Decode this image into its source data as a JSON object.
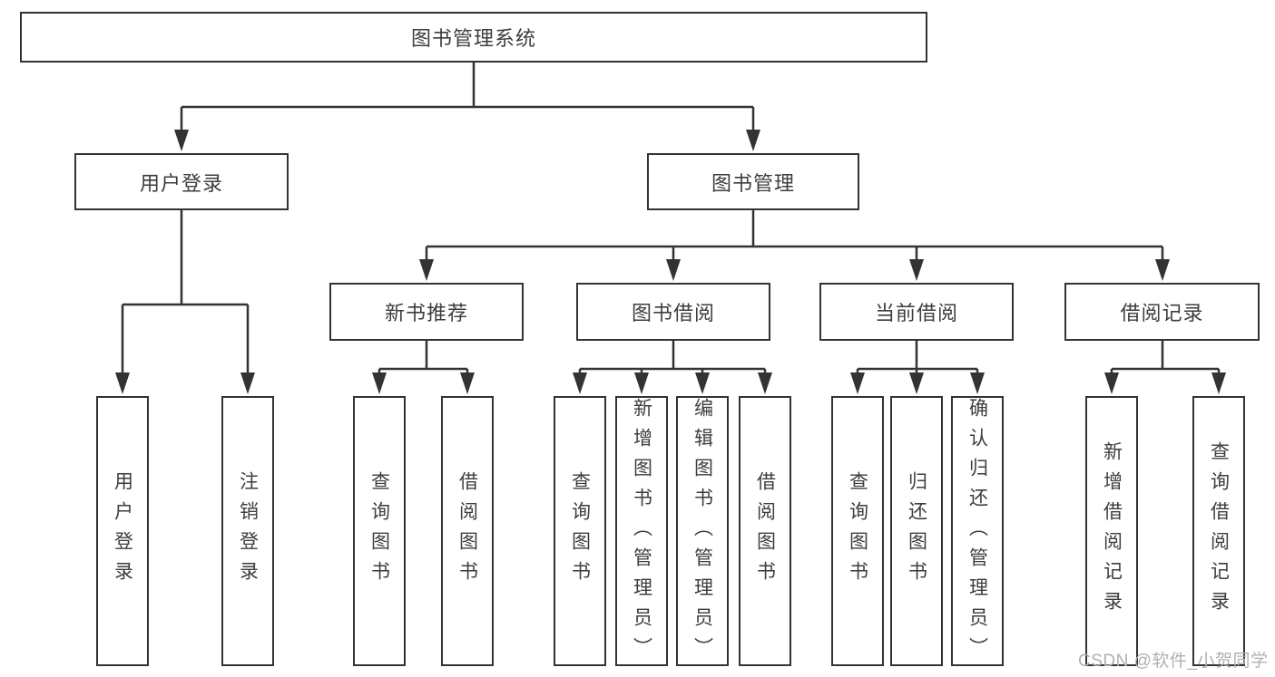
{
  "diagram": {
    "root": {
      "label": "图书管理系统",
      "children": [
        {
          "label": "用户登录",
          "children": [
            {
              "label": "用户登录"
            },
            {
              "label": "注销登录"
            }
          ]
        },
        {
          "label": "图书管理",
          "children": [
            {
              "label": "新书推荐",
              "children": [
                {
                  "label": "查询图书"
                },
                {
                  "label": "借阅图书"
                }
              ]
            },
            {
              "label": "图书借阅",
              "children": [
                {
                  "label": "查询图书"
                },
                {
                  "label": "新增图书（管理员）"
                },
                {
                  "label": "编辑图书（管理员）"
                },
                {
                  "label": "借阅图书"
                }
              ]
            },
            {
              "label": "当前借阅",
              "children": [
                {
                  "label": "查询图书"
                },
                {
                  "label": "归还图书"
                },
                {
                  "label": "确认归还（管理员）"
                }
              ]
            },
            {
              "label": "借阅记录",
              "children": [
                {
                  "label": "新增借阅记录"
                },
                {
                  "label": "查询借阅记录"
                }
              ]
            }
          ]
        }
      ]
    }
  },
  "watermark": {
    "text": "CSDN @软件_小贺同学"
  },
  "colors": {
    "line": "#333333",
    "box_border": "#333333",
    "text": "#3d3d3d",
    "watermark": "#b0b0b0",
    "background": "#ffffff"
  }
}
